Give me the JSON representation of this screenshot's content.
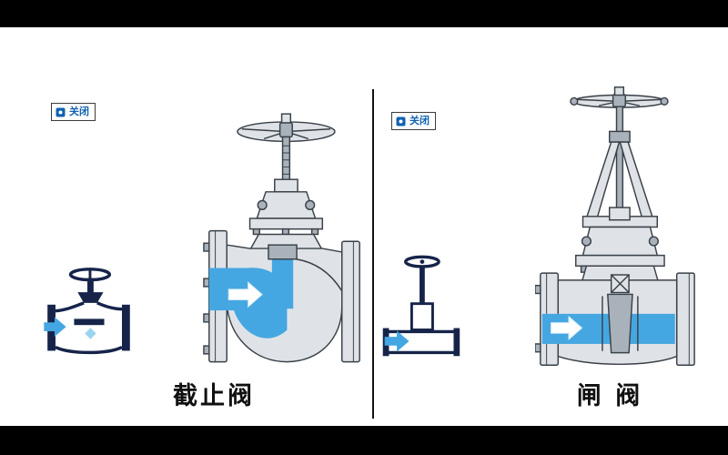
{
  "colors": {
    "water": "#45a7e2",
    "water_light": "#9bd4f1",
    "metal": "#dfe3e7",
    "metal_dark": "#a9b2ba",
    "outline": "#3a4149",
    "icon_navy": "#16244a",
    "badge_text": "#1062b0",
    "background_bar": "#000000",
    "canvas": "#ffffff"
  },
  "panels": {
    "left": {
      "badge": {
        "label": "关闭",
        "icon": "closed-state-icon"
      },
      "caption": "截止阀",
      "diagram": "globe-valve-cross-section",
      "schematic": "globe-valve-schematic-icon",
      "flow_arrow": "flow-direction-right"
    },
    "right": {
      "badge": {
        "label": "关闭",
        "icon": "closed-state-icon"
      },
      "caption": "闸 阀",
      "diagram": "gate-valve-cross-section",
      "schematic": "gate-valve-schematic-icon",
      "flow_arrow": "flow-direction-right"
    }
  }
}
